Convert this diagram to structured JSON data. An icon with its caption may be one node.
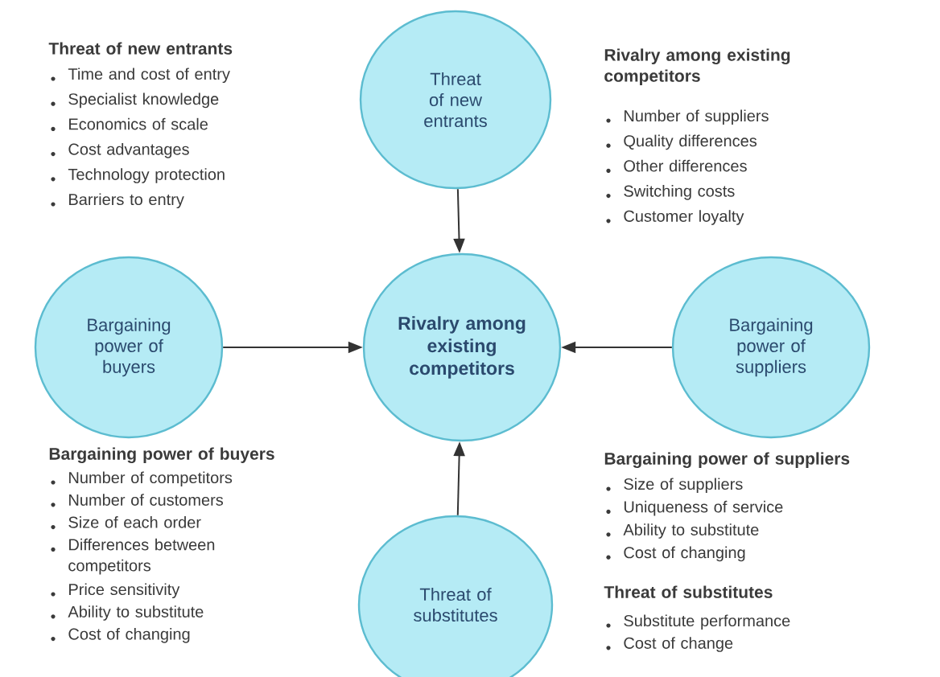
{
  "diagram": {
    "nodes": [
      {
        "text": [
          "Threat of new entrants"
        ]
      },
      {
        "text": [
          "Bargaining power of buyers"
        ]
      },
      {
        "text": [
          "Rivalry among existing competitors"
        ]
      },
      {
        "text": [
          "Bargaining power of suppliers"
        ]
      },
      {
        "text": [
          "Threat of substitutes"
        ]
      }
    ],
    "edges": [
      {
        "from": 0,
        "to": 2,
        "arrow": "to"
      },
      {
        "from": 1,
        "to": 2,
        "arrow": "to"
      },
      {
        "from": 3,
        "to": 2,
        "arrow": "to"
      },
      {
        "from": 4,
        "to": 2,
        "arrow": "to"
      }
    ],
    "labels": [
      "Threat of new entrants",
      "Time and cost of entry",
      "Specialist knowledge",
      "Economics of scale",
      "Cost advantages",
      "Technology protection",
      "Barriers to entry",
      "Rivalry among existing competitors",
      "Number of suppliers",
      "Quality differences",
      "Other differences",
      "Switching costs",
      "Customer loyalty",
      "Bargaining power of buyers",
      "Number of competitors",
      "Number of customers",
      "Size of each order",
      "Differences between competitors",
      "Price sensitivity",
      "Ability to substitute",
      "Cost of changing",
      "Bargaining power of suppliers",
      "Size of suppliers",
      "Uniqueness of service",
      "Ability to substitute",
      "Cost of changing",
      "Threat of substitutes",
      "Substitute performance",
      "Cost of change"
    ]
  }
}
